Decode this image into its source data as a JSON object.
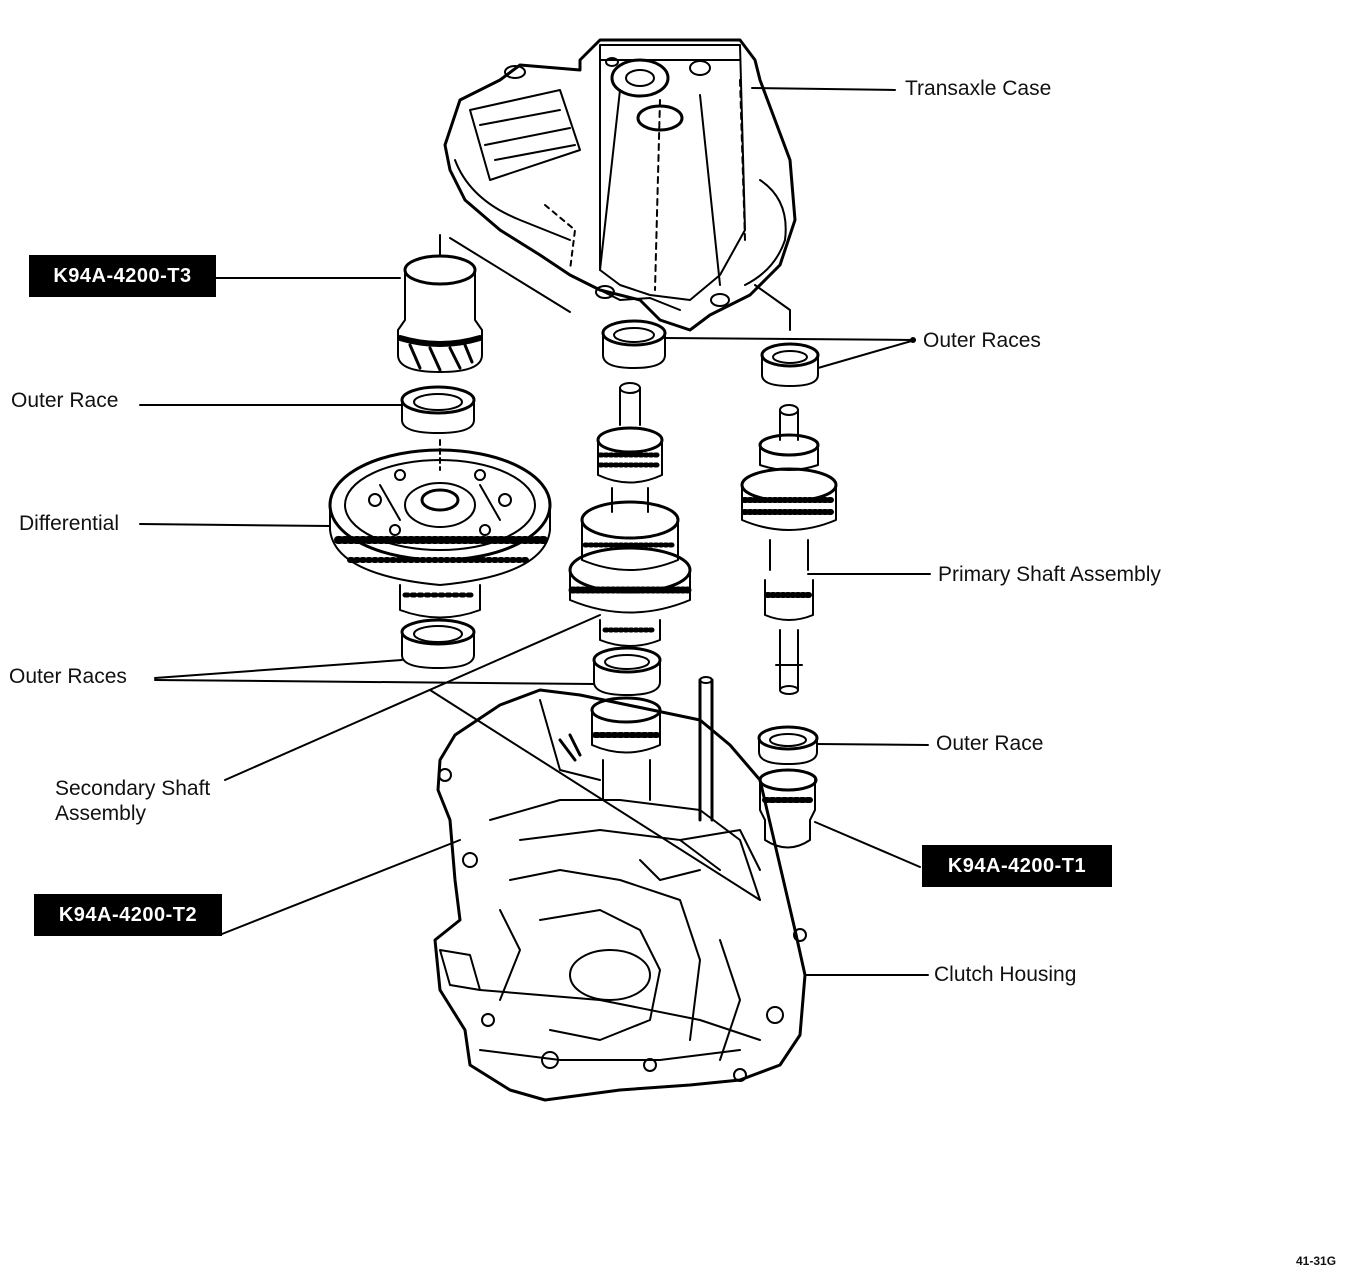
{
  "labels": {
    "transaxle_case": "Transaxle Case",
    "outer_races_top": "Outer Races",
    "outer_race_left": "Outer Race",
    "differential": "Differential",
    "primary_shaft": "Primary Shaft Assembly",
    "outer_races_left": "Outer Races",
    "outer_race_right": "Outer Race",
    "secondary_shaft": [
      "Secondary Shaft",
      "Assembly"
    ],
    "clutch_housing": "Clutch Housing"
  },
  "tools": {
    "t3": "K94A-4200-T3",
    "t1": "K94A-4200-T1",
    "t2": "K94A-4200-T2"
  },
  "figure_number": "41-31G"
}
